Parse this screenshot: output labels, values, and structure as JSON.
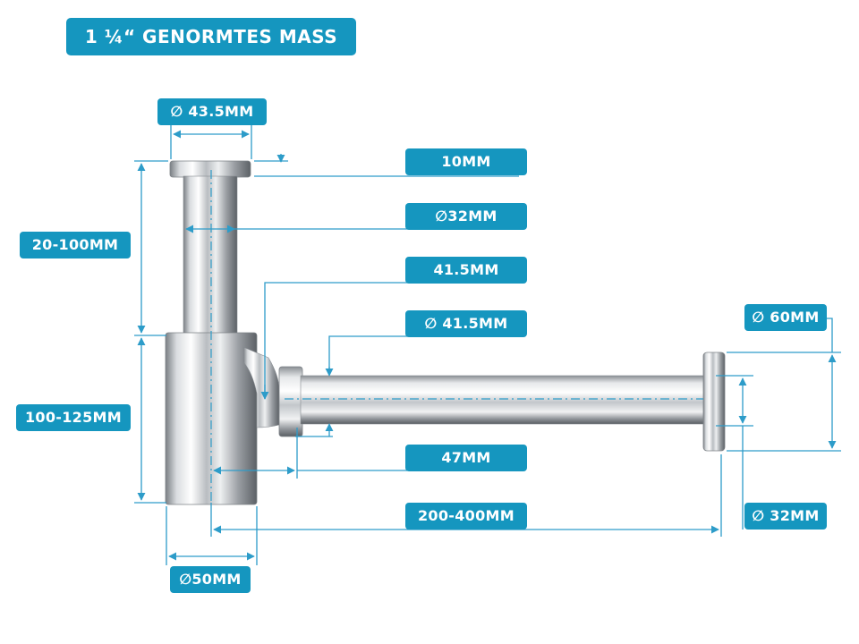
{
  "title": "1 ¼“ GENORMTES MASS",
  "colors": {
    "accent": "#1596bf",
    "line": "#2d9cc9",
    "chrome_dark": "#6e7378",
    "chrome_light": "#f4f6f7"
  },
  "dimensions": {
    "top_cap_diameter": "∅ 43.5MM",
    "cap_height": "10MM",
    "pipe_diameter": "∅32MM",
    "offset": "41.5MM",
    "outlet_diameter": "∅ 41.5MM",
    "rosette_diameter": "∅ 60MM",
    "upper_height": "20-100MM",
    "lower_height": "100-125MM",
    "inlet_offset": "47MM",
    "outlet_length": "200-400MM",
    "wall_pipe_diameter": "∅ 32MM",
    "body_diameter": "∅50MM"
  }
}
